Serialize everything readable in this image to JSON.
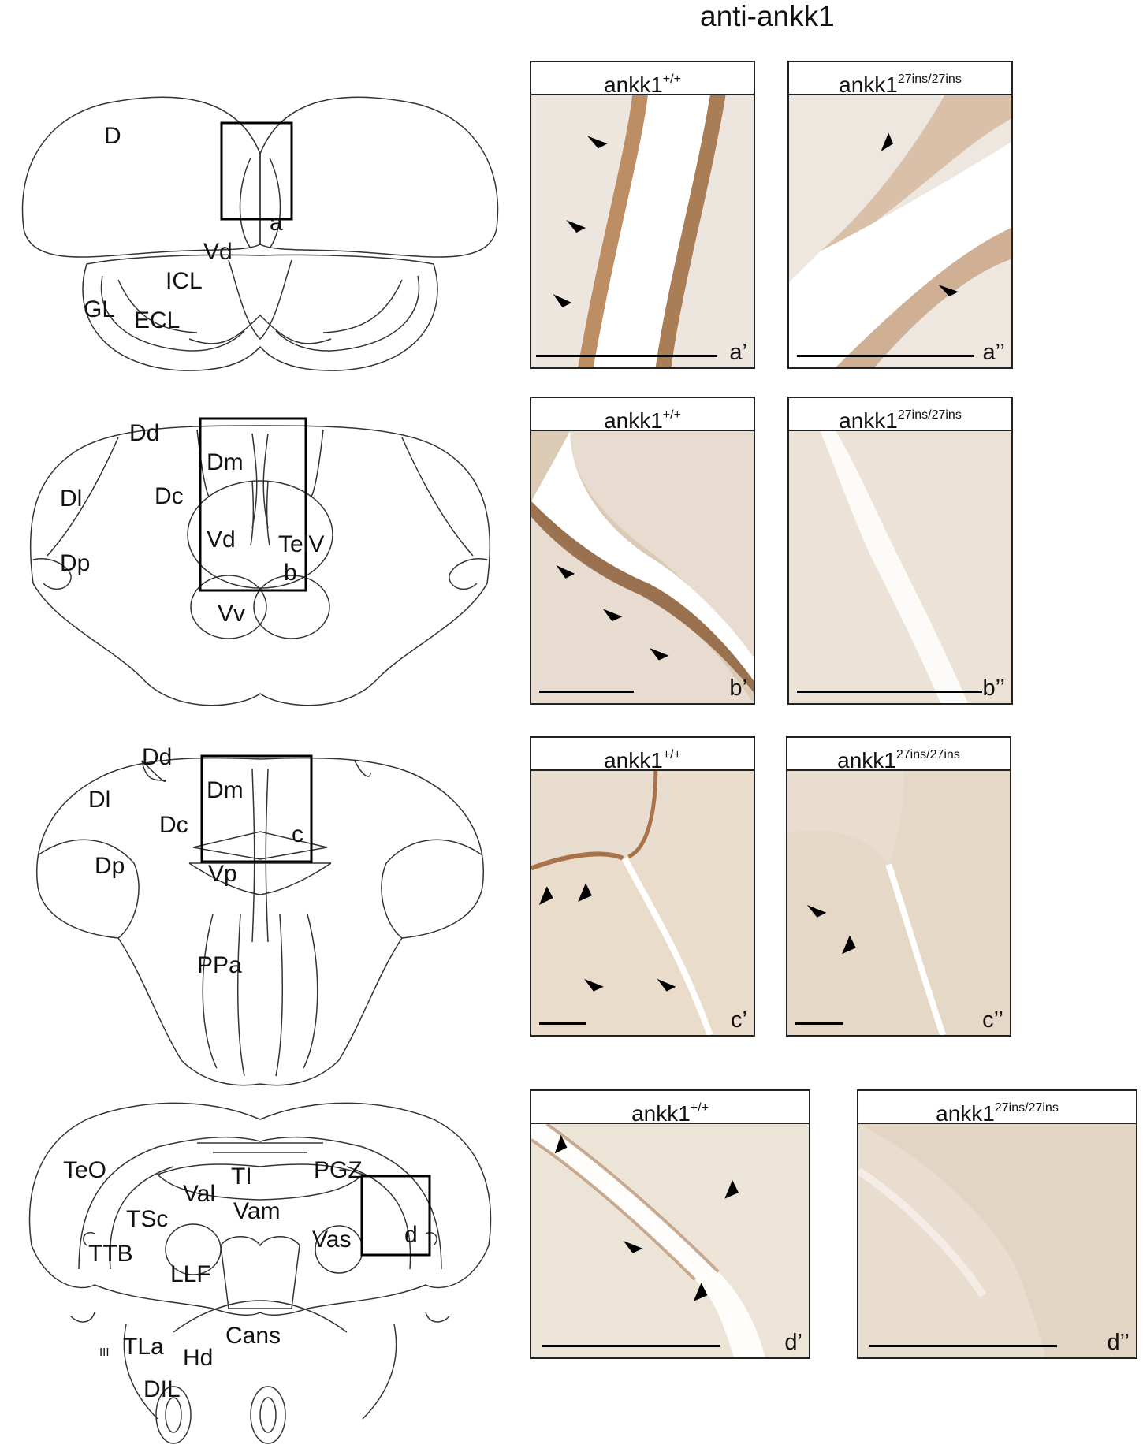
{
  "figure": {
    "title": "anti-ankk1"
  },
  "genotypes": {
    "wt": {
      "base": "ankk1",
      "sup": "+/+"
    },
    "mut": {
      "base": "ankk1",
      "sup": "27ins/27ins"
    }
  },
  "rows": [
    {
      "id": "a",
      "inset": "a",
      "labels": [
        "D",
        "Vd",
        "ICL",
        "GL",
        "ECL"
      ],
      "panels": [
        {
          "genotype": "wt",
          "label": "a’"
        },
        {
          "genotype": "mut",
          "label": "a’’"
        }
      ]
    },
    {
      "id": "b",
      "inset": "b",
      "labels": [
        "Dd",
        "Dm",
        "Dl",
        "Dc",
        "Vd",
        "TelV",
        "Dp",
        "Vv"
      ],
      "panels": [
        {
          "genotype": "wt",
          "label": "b’"
        },
        {
          "genotype": "mut",
          "label": "b’’"
        }
      ]
    },
    {
      "id": "c",
      "inset": "c",
      "labels": [
        "Dd",
        "Dm",
        "Dl",
        "Dc",
        "Dp",
        "Vp",
        "PPa"
      ],
      "panels": [
        {
          "genotype": "wt",
          "label": "c’"
        },
        {
          "genotype": "mut",
          "label": "c’’"
        }
      ]
    },
    {
      "id": "d",
      "inset": "d",
      "labels": [
        "TeO",
        "TI",
        "PGZ",
        "Val",
        "Vam",
        "TSc",
        "TTB",
        "Vas",
        "LLF",
        "Cans",
        "III",
        "TLa",
        "Hd",
        "DIL"
      ],
      "panels": [
        {
          "genotype": "wt",
          "label": "d’"
        },
        {
          "genotype": "mut",
          "label": "d’’"
        }
      ]
    }
  ]
}
